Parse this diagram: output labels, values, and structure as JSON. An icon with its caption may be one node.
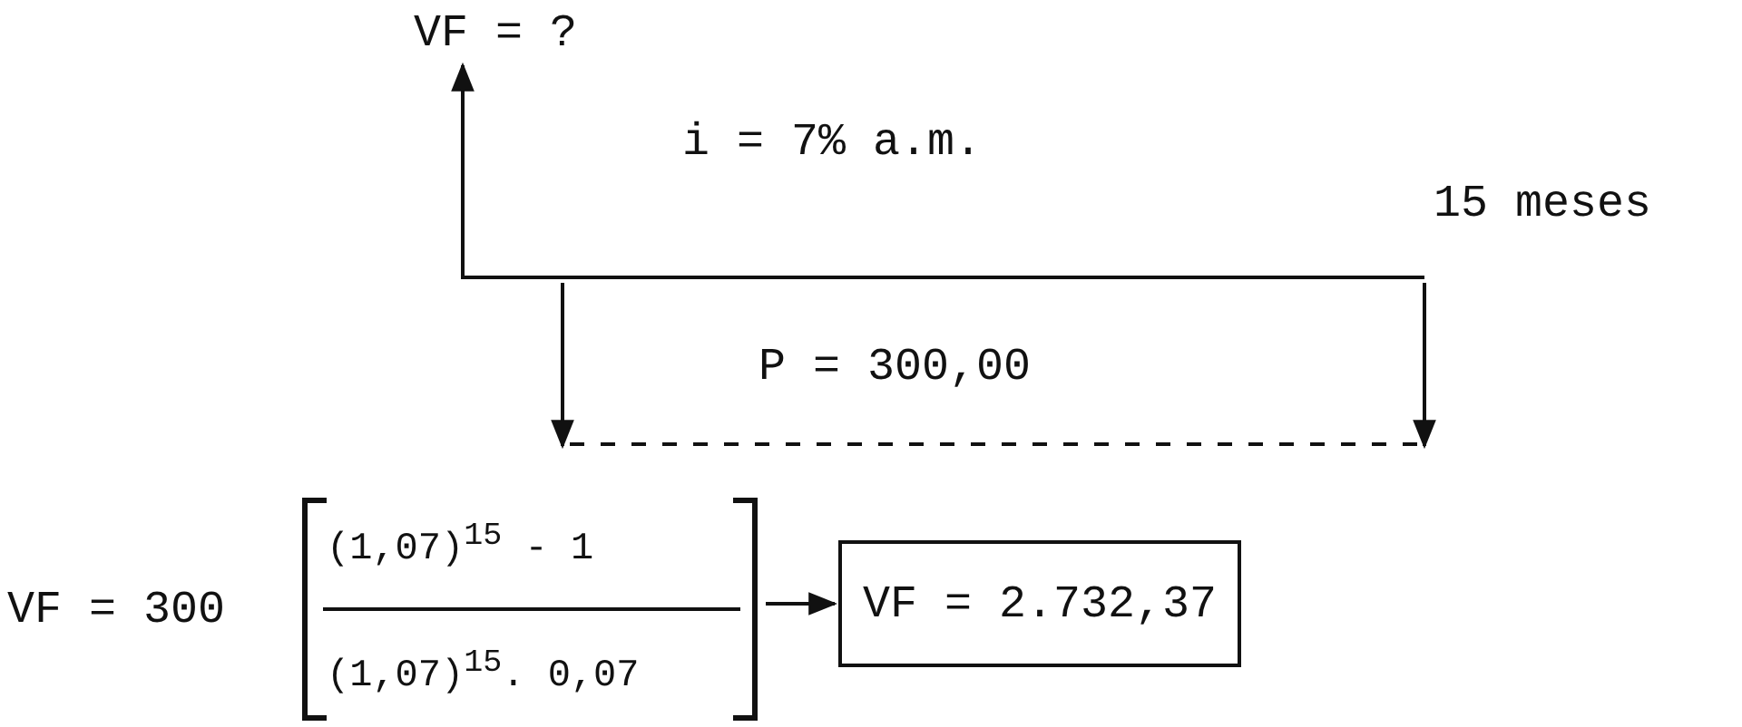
{
  "diagram": {
    "nodes": [
      {
        "text": [
          "VF = ?"
        ]
      },
      {
        "text": [
          "VF = 300",
          "(1,07)$^{15}$ - 1",
          "(1,07)$^{15}$. 0,07"
        ]
      },
      {
        "text": [
          "VF = 2.732,37"
        ]
      }
    ],
    "edges": [
      {
        "from": null,
        "to": 0,
        "arrow": "to"
      },
      {
        "from": 1,
        "to": 2,
        "arrow": "to"
      }
    ],
    "labels": [
      "i = 7% a.m.",
      "15 meses",
      "P = 300,00"
    ]
  }
}
